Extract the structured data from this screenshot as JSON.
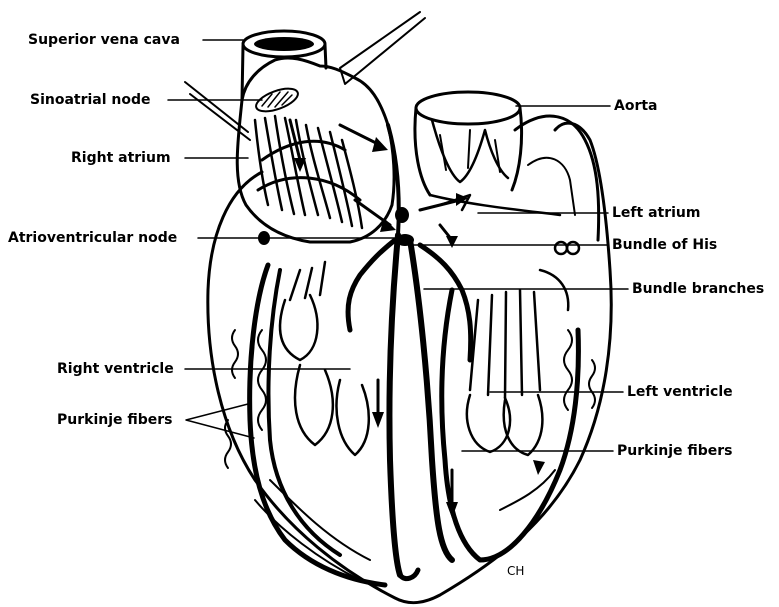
{
  "diagram": {
    "labels_left": {
      "superior_vena_cava": "Superior vena cava",
      "sinoatrial_node": "Sinoatrial node",
      "right_atrium": "Right atrium",
      "atrioventricular_node": "Atrioventricular node",
      "right_ventricle": "Right ventricle",
      "purkinje_fibers_left": "Purkinje fibers"
    },
    "labels_right": {
      "aorta": "Aorta",
      "left_atrium": "Left atrium",
      "bundle_of_his": "Bundle of His",
      "bundle_branches": "Bundle branches",
      "left_ventricle": "Left ventricle",
      "purkinje_fibers_right": "Purkinje fibers"
    },
    "artist_initials": "CH",
    "colors": {
      "ink": "#000000",
      "background": "#ffffff"
    }
  }
}
